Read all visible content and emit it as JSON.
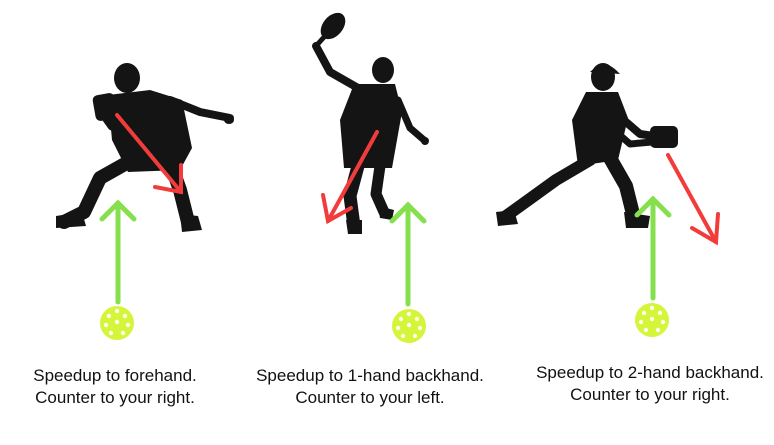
{
  "colors": {
    "silhouette": "#141414",
    "incoming_arrow": "#86df4c",
    "counter_arrow": "#f23c3c",
    "ball": "#d4f53a"
  },
  "panels": [
    {
      "id": "forehand",
      "icons": [
        "player-forehand-silhouette-icon",
        "pickleball-icon",
        "up-arrow-icon",
        "counter-arrow-icon"
      ],
      "caption_line1": "Speedup to forehand.",
      "caption_line2": "Counter to your right."
    },
    {
      "id": "one-hand-backhand",
      "icons": [
        "player-backhand-silhouette-icon",
        "pickleball-icon",
        "up-arrow-icon",
        "counter-arrow-icon"
      ],
      "caption_line1": "Speedup to 1-hand backhand.",
      "caption_line2": "Counter to your left."
    },
    {
      "id": "two-hand-backhand",
      "icons": [
        "player-two-hand-silhouette-icon",
        "pickleball-icon",
        "up-arrow-icon",
        "counter-arrow-icon"
      ],
      "caption_line1": "Speedup to 2-hand backhand.",
      "caption_line2": "Counter to your right."
    }
  ]
}
